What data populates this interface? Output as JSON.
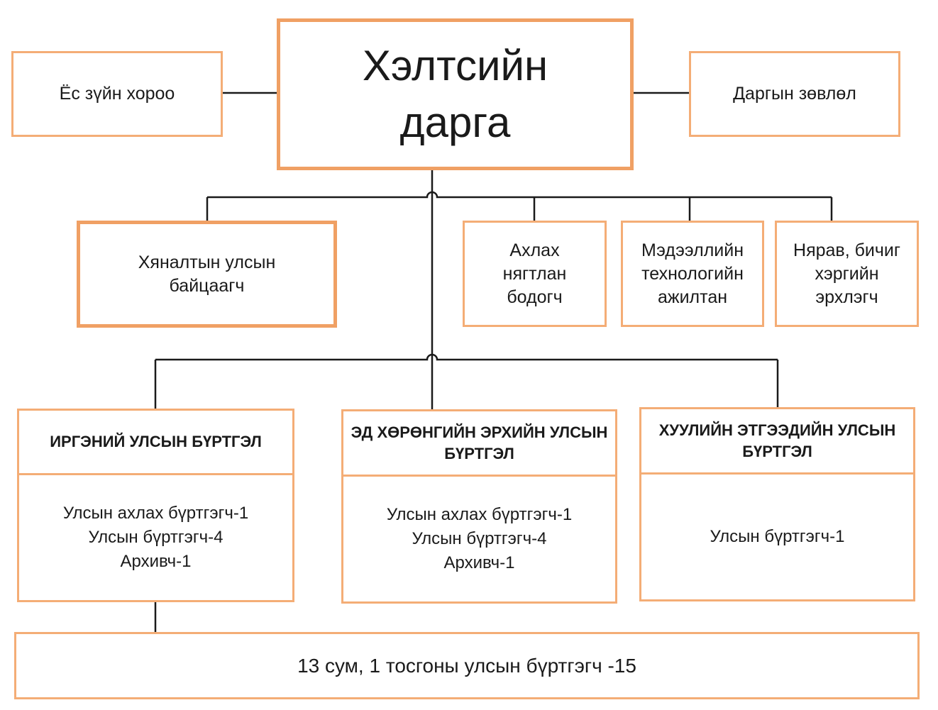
{
  "head": {
    "line1": "Хэлтсийн",
    "line2": "дарга"
  },
  "ethics_committee": "Ёс зүйн хороо",
  "advisory_council": "Даргын зөвлөл",
  "inspector": {
    "line1": "Хяналтын улсын",
    "line2": "байцаагч"
  },
  "accountant": {
    "line1": "Ахлах",
    "line2": "нягтлан",
    "line3": "бодогч"
  },
  "it_staff": {
    "line1": "Мэдээллийн",
    "line2": "технологийн",
    "line3": "ажилтан"
  },
  "clerk": {
    "line1": "Нярав, бичиг",
    "line2": "хэргийн",
    "line3": "эрхлэгч"
  },
  "civil_registration": {
    "title1": "ИРГЭНИЙ УЛСЫН",
    "title2": "БҮРТГЭЛ",
    "staff": [
      "Улсын ахлах бүртгэгч-1",
      "Улсын бүртгэгч-4",
      "Архивч-1"
    ]
  },
  "property_registration": {
    "title1": "ЭД ХӨРӨНГИЙН ЭРХИЙН",
    "title2": "УЛСЫН БҮРТГЭЛ",
    "staff": [
      "Улсын ахлах бүртгэгч-1",
      "Улсын бүртгэгч-4",
      "Архивч-1"
    ]
  },
  "legal_entity_registration": {
    "title1": "ХУУЛИЙН ЭТГЭЭДИЙН",
    "title2": "УЛСЫН БҮРТГЭЛ",
    "staff": [
      "Улсын бүртгэгч-1"
    ]
  },
  "soum_registrars": "13 сум, 1 тосгоны улсын бүртгэгч -15"
}
